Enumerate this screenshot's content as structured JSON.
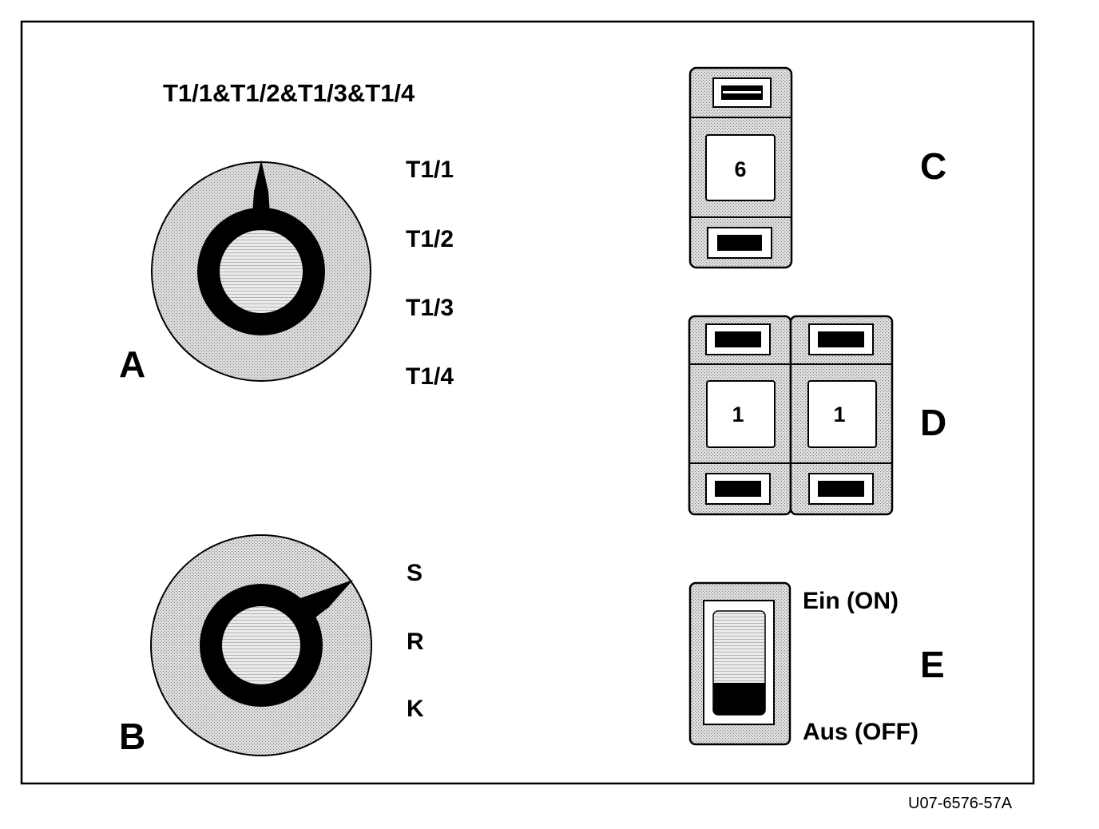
{
  "header_label": "T1/1&T1/2&T1/3&T1/4",
  "knob_a": {
    "letter": "A",
    "positions": [
      "T1/1",
      "T1/2",
      "T1/3",
      "T1/4"
    ]
  },
  "knob_b": {
    "letter": "B",
    "positions": [
      "S",
      "R",
      "K"
    ]
  },
  "thumbwheel_c": {
    "letter": "C",
    "digit": "6"
  },
  "thumbwheel_d": {
    "letter": "D",
    "digits": [
      "1",
      "1"
    ]
  },
  "switch_e": {
    "letter": "E",
    "on_label": "Ein (ON)",
    "off_label": "Aus (OFF)"
  },
  "reference_code": "U07-6576-57A"
}
